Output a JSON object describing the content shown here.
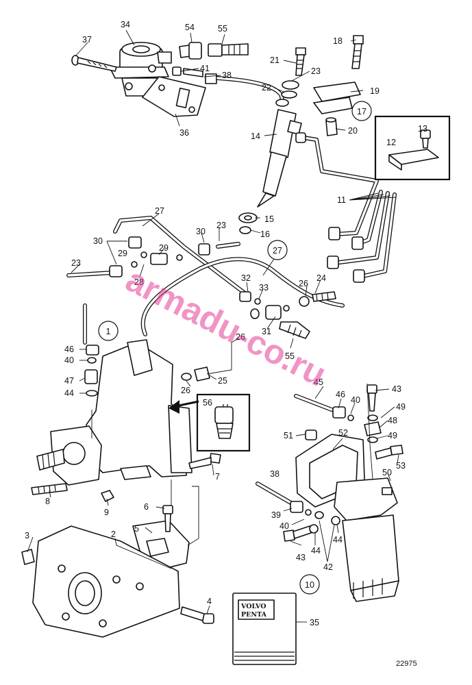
{
  "drawing_number": "22975",
  "watermark": "armadu-co.ru",
  "brand_logo": {
    "line1": "VOLVO",
    "line2": "PENTA"
  },
  "callouts": [
    "1",
    "2",
    "3",
    "4",
    "5",
    "6",
    "7",
    "8",
    "9",
    "10",
    "11",
    "12",
    "13",
    "14",
    "15",
    "16",
    "17",
    "18",
    "19",
    "20",
    "21",
    "22",
    "23",
    "24",
    "25",
    "26",
    "27",
    "28",
    "29",
    "30",
    "31",
    "32",
    "33",
    "34",
    "35",
    "36",
    "37",
    "38",
    "39",
    "40",
    "41",
    "42",
    "43",
    "44",
    "45",
    "46",
    "47",
    "48",
    "49",
    "50",
    "51",
    "52",
    "53",
    "54",
    "55",
    "56"
  ],
  "circled_callouts": [
    "1",
    "10",
    "17",
    "27"
  ],
  "repeated_callouts": [
    "11",
    "23",
    "26",
    "29",
    "30",
    "38",
    "40",
    "43",
    "44",
    "46",
    "49",
    "55"
  ]
}
